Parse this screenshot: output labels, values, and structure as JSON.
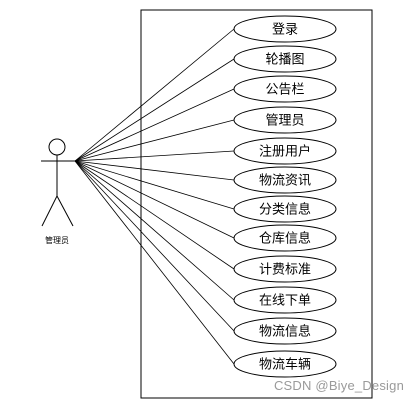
{
  "actor": {
    "name": "管理员"
  },
  "use_cases": [
    {
      "label": "登录"
    },
    {
      "label": "轮播图"
    },
    {
      "label": "公告栏"
    },
    {
      "label": "管理员"
    },
    {
      "label": "注册用户"
    },
    {
      "label": "物流资讯"
    },
    {
      "label": "分类信息"
    },
    {
      "label": "仓库信息"
    },
    {
      "label": "计费标准"
    },
    {
      "label": "在线下单"
    },
    {
      "label": "物流信息"
    },
    {
      "label": "物流车辆"
    }
  ],
  "watermark": "CSDN @Biye_Design"
}
